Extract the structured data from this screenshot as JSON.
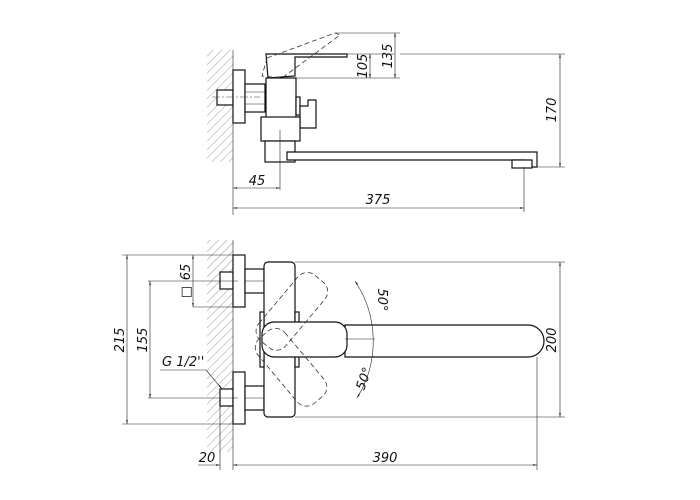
{
  "side_view": {
    "dimensions": {
      "handle_height": "105",
      "handle_raised": "135",
      "total_height": "170",
      "wall_to_body": "45",
      "reach": "375"
    }
  },
  "front_view": {
    "dimensions": {
      "flange": "65",
      "flange_symbol": "□",
      "centers": "155",
      "overall_height": "215",
      "body_height": "200",
      "wall_offset": "20",
      "reach": "390",
      "thread": "G 1/2''",
      "angle_up": "50°",
      "angle_down": "50°"
    }
  }
}
